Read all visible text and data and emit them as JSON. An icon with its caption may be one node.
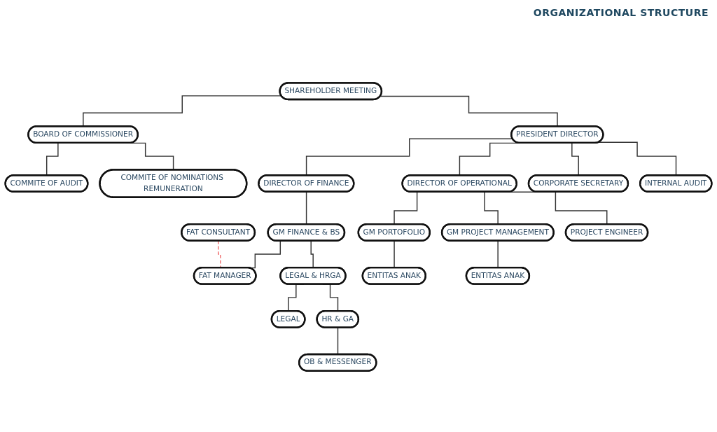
{
  "diagram": {
    "title": "ORGANIZATIONAL STRUCTURE",
    "nodes": [
      {
        "text": [
          "SHAREHOLDER MEETING"
        ]
      },
      {
        "text": [
          "BOARD OF COMMISSIONER"
        ]
      },
      {
        "text": [
          "COMMITE OF AUDIT"
        ]
      },
      {
        "text": [
          "COMMITE OF NOMINATIONS REMUNERATION"
        ]
      },
      {
        "text": [
          "PRESIDENT DIRECTOR"
        ]
      },
      {
        "text": [
          "DIRECTOR OF FINANCE"
        ]
      },
      {
        "text": [
          "DIRECTOR OF OPERATIONAL"
        ]
      },
      {
        "text": [
          "GM FINANCE & BS"
        ]
      },
      {
        "text": [
          "FAT CONSULTANT"
        ]
      },
      {
        "text": [
          "FAT MANAGER"
        ]
      },
      {
        "text": [
          "LEGAL & HRGA"
        ]
      },
      {
        "text": [
          "CORPORATE SECRETARY"
        ]
      },
      {
        "text": [
          "INTERNAL AUDIT"
        ]
      },
      {
        "text": [
          "GM PORTOFOLIO"
        ]
      },
      {
        "text": [
          "GM PROJECT MANAGEMENT"
        ]
      },
      {
        "text": [
          "PROJECT ENGINEER"
        ]
      },
      {
        "text": [
          "ENTITAS ANAK"
        ]
      },
      {
        "text": [
          "ENTITAS ANAK"
        ]
      },
      {
        "text": [
          "LEGAL"
        ]
      },
      {
        "text": [
          "HR & GA"
        ]
      },
      {
        "text": [
          "OB & MESSENGER"
        ]
      }
    ],
    "edges": [
      {
        "from": 0,
        "to": 4,
        "arrow": "none"
      },
      {
        "from": 0,
        "to": 1,
        "arrow": "none"
      },
      {
        "from": 1,
        "to": 2,
        "arrow": "none"
      },
      {
        "from": 1,
        "to": 3,
        "arrow": "none"
      },
      {
        "from": 4,
        "to": 5,
        "arrow": "none"
      },
      {
        "from": 4,
        "to": 6,
        "arrow": "none"
      },
      {
        "from": 5,
        "to": 7,
        "arrow": "none"
      },
      {
        "from": 7,
        "to": 9,
        "arrow": "none"
      },
      {
        "from": 7,
        "to": 10,
        "arrow": "none"
      },
      {
        "from": 4,
        "to": 11,
        "arrow": "none"
      },
      {
        "from": 4,
        "to": 12,
        "arrow": "none"
      },
      {
        "from": 8,
        "to": 9,
        "arrow": "none",
        "style": "dashed",
        "color": "#f07070"
      },
      {
        "from": 6,
        "to": 13,
        "arrow": "none"
      },
      {
        "from": 6,
        "to": 14,
        "arrow": "none"
      },
      {
        "from": 6,
        "to": 15,
        "arrow": "none"
      },
      {
        "from": 13,
        "to": 16,
        "arrow": "none"
      },
      {
        "from": 14,
        "to": 17,
        "arrow": "none"
      },
      {
        "from": 10,
        "to": 18,
        "arrow": "none"
      },
      {
        "from": 10,
        "to": 19,
        "arrow": "none"
      },
      {
        "from": 19,
        "to": 20,
        "arrow": "none"
      }
    ]
  }
}
